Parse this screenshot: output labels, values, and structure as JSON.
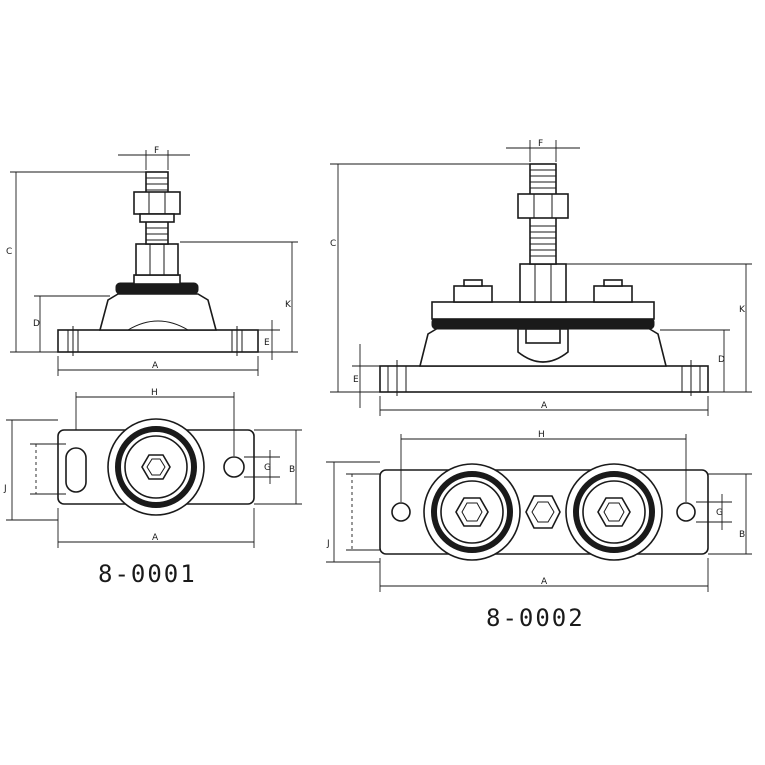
{
  "models": [
    {
      "part_number": "8-0001",
      "side_view_labels": {
        "F": "F",
        "C": "C",
        "D": "D",
        "K": "K",
        "E": "E",
        "A": "A"
      },
      "top_view_labels": {
        "H": "H",
        "J": "J",
        "G": "G",
        "B": "B",
        "A": "A"
      }
    },
    {
      "part_number": "8-0002",
      "side_view_labels": {
        "F": "F",
        "C": "C",
        "K": "K",
        "D": "D",
        "E": "E",
        "A": "A"
      },
      "top_view_labels": {
        "H": "H",
        "J": "J",
        "G": "G",
        "B": "B",
        "A": "A"
      }
    }
  ],
  "colors": {
    "ink": "#1a1a1a",
    "background": "#ffffff"
  }
}
